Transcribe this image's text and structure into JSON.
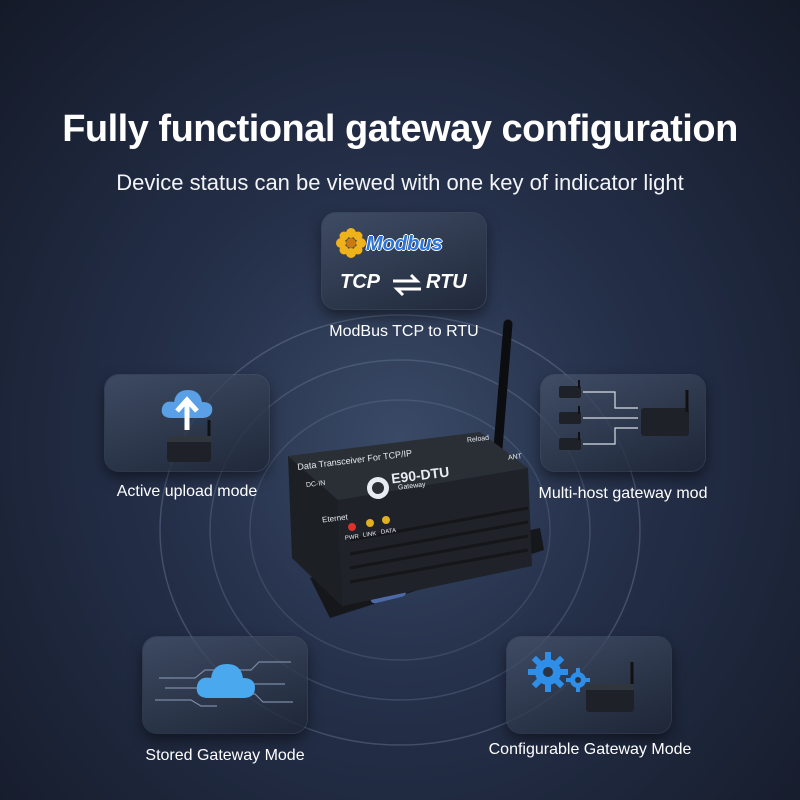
{
  "header": {
    "title": "Fully functional gateway configuration",
    "subtitle": "Device status can be viewed with one key of indicator light"
  },
  "modbus_card": {
    "logo_text": "Modbus",
    "tcp": "TCP",
    "rtu": "RTU",
    "label": "ModBus TCP to RTU"
  },
  "modes": {
    "active_upload": "Active upload mode",
    "multi_host": "Multi-host gateway mod",
    "stored": "Stored Gateway Mode",
    "configurable": "Configurable Gateway Mode"
  },
  "device": {
    "top_label": "Data Transceiver For TCP/IP",
    "model": "E90-DTU",
    "sub": "Gateway",
    "dc_in": "DC-IN",
    "ethernet": "Eternet",
    "reload": "Reload",
    "ant": "ANT",
    "leds": [
      "PWR",
      "LINK",
      "DATA"
    ]
  },
  "colors": {
    "accent_blue": "#2b74d9",
    "led_red": "#d9332b",
    "led_amber": "#e0b020"
  }
}
